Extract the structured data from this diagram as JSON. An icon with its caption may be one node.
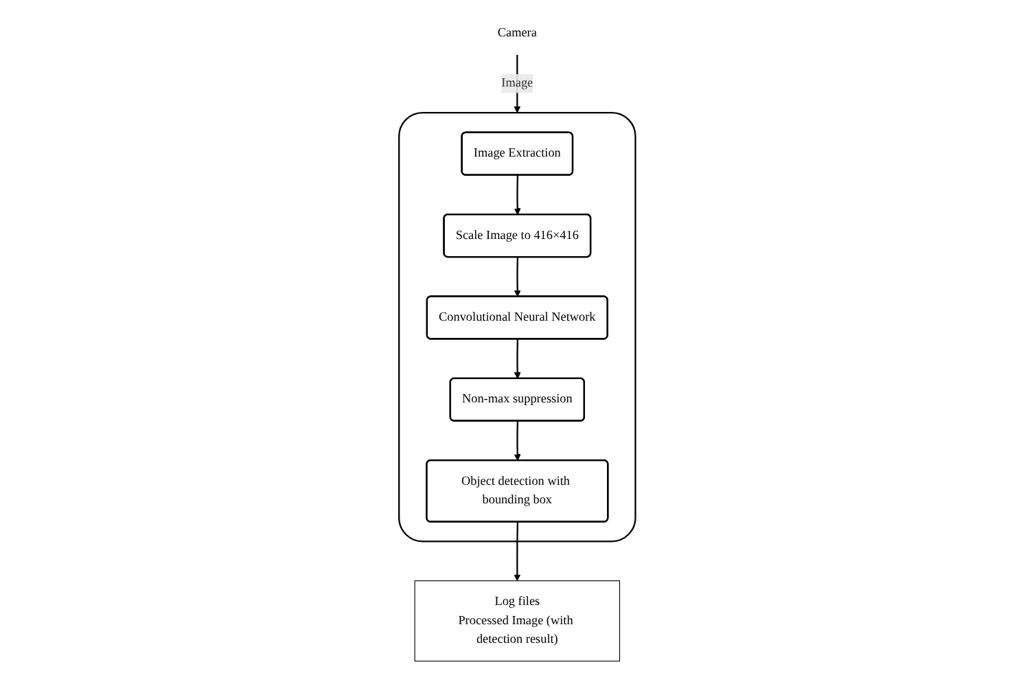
{
  "diagram": {
    "nodes": [
      {
        "text": [
          "Camera"
        ]
      },
      {
        "text": [],
        "shape": "box"
      },
      {
        "text": [
          "Image Extraction"
        ],
        "in": 1
      },
      {
        "text": [
          "Scale Image to 416×416"
        ],
        "in": 1
      },
      {
        "text": [
          "Convolutional Neural Network"
        ],
        "in": 1
      },
      {
        "text": [
          "Non-max suppression"
        ],
        "in": 1
      },
      {
        "text": [
          "Object detection with bounding box"
        ],
        "in": 1
      },
      {
        "text": [
          "Log files",
          "Processed Image (with detection result)"
        ]
      }
    ],
    "edges": [
      {
        "from": 0,
        "to": 1,
        "arrow": "to",
        "label": "Image"
      },
      {
        "from": 2,
        "to": 3,
        "arrow": "to"
      },
      {
        "from": 3,
        "to": 4,
        "arrow": "to"
      },
      {
        "from": 4,
        "to": 5,
        "arrow": "to"
      },
      {
        "from": 5,
        "to": 6,
        "arrow": "to"
      },
      {
        "from": 6,
        "to": 7,
        "arrow": "to"
      }
    ]
  }
}
